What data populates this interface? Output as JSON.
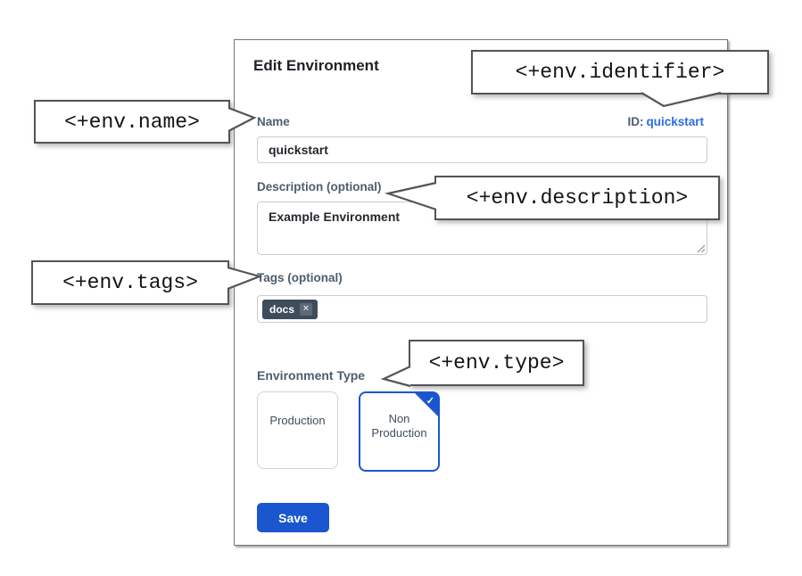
{
  "dialog": {
    "title": "Edit Environment",
    "id_label": "ID:",
    "id_value": "quickstart",
    "fields": {
      "name": {
        "label": "Name",
        "value": "quickstart"
      },
      "description": {
        "label": "Description (optional)",
        "value": "Example Environment"
      },
      "tags": {
        "label": "Tags (optional)",
        "chip": "docs",
        "chip_remove": "×"
      }
    },
    "environment_type": {
      "label": "Environment Type",
      "options": [
        {
          "label": "Production",
          "selected": false
        },
        {
          "label": "Non Production",
          "selected": true
        }
      ],
      "selected_check": "✓"
    },
    "save_label": "Save"
  },
  "callouts": {
    "identifier": "<+env.identifier>",
    "name": "<+env.name>",
    "description": "<+env.description>",
    "tags": "<+env.tags>",
    "type": "<+env.type>"
  },
  "colors": {
    "primary_blue": "#1a57cf",
    "link_blue": "#2b6de4",
    "tag_chip_bg": "#3f4c5c",
    "label_gray": "#4d5d6e",
    "callout_border": "#535456"
  }
}
